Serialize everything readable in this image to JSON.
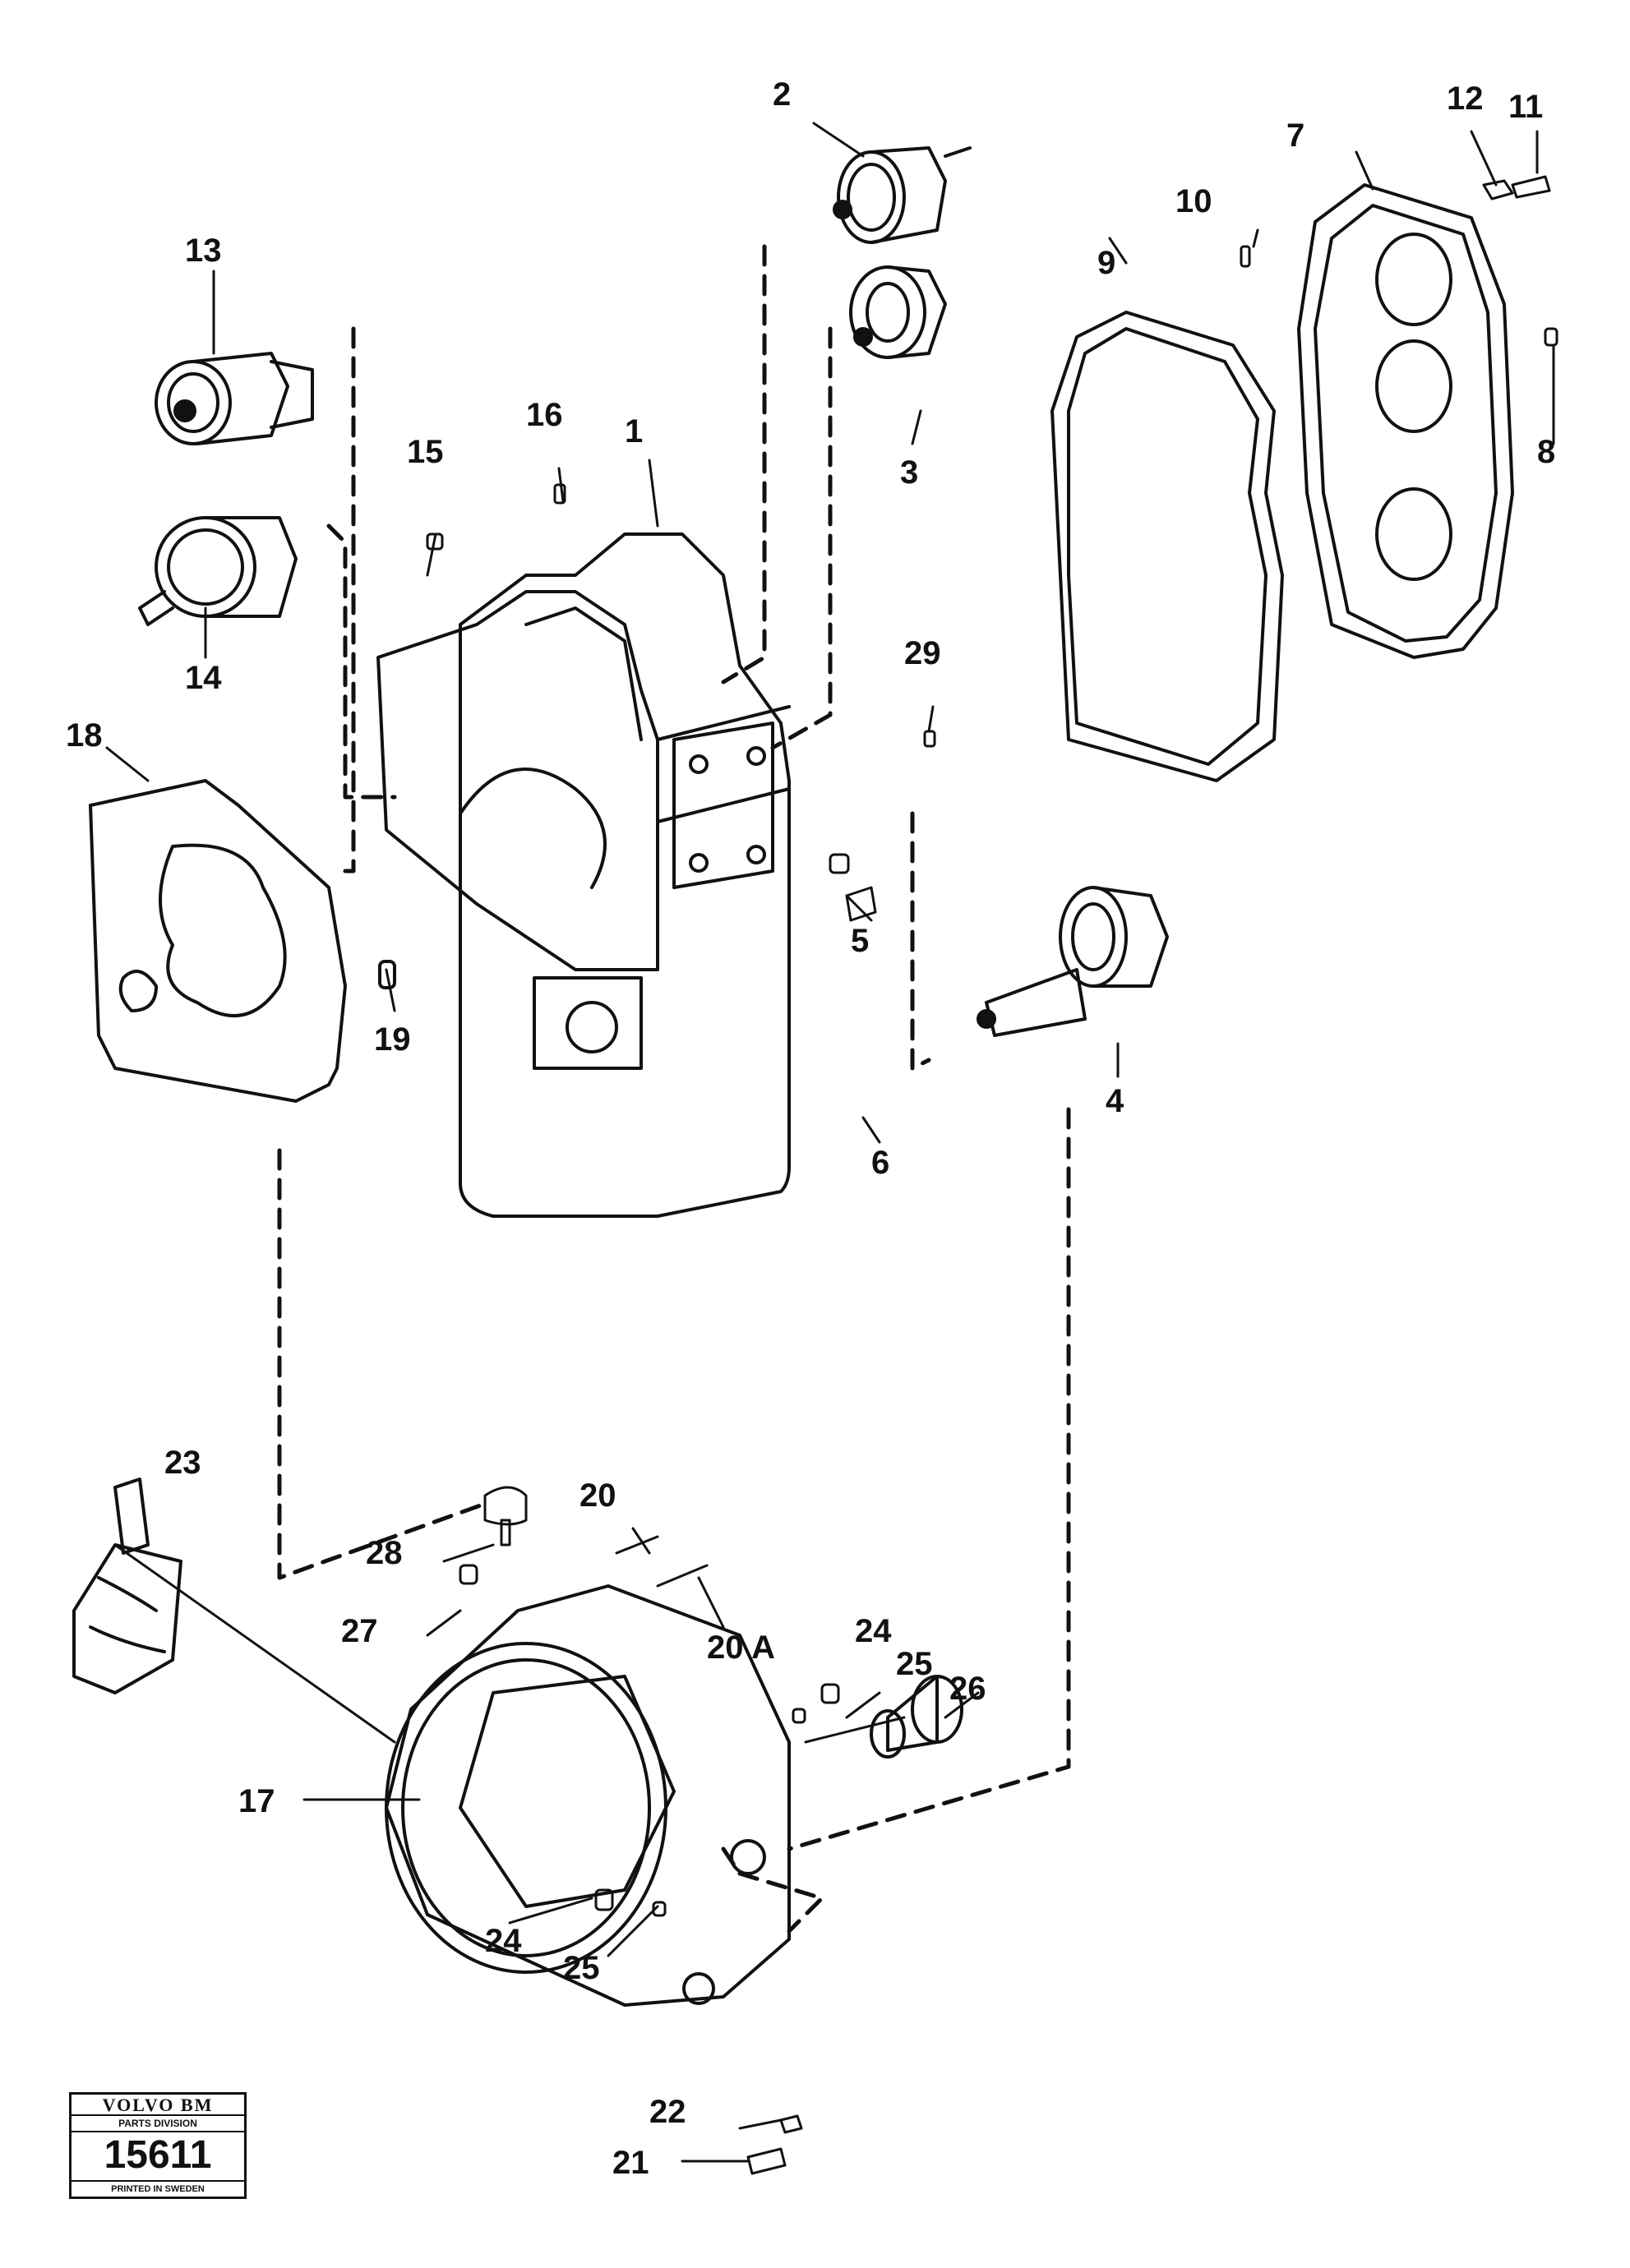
{
  "callouts": {
    "c1": "1",
    "c2": "2",
    "c3": "3",
    "c4": "4",
    "c5": "5",
    "c6": "6",
    "c7": "7",
    "c8": "8",
    "c9": "9",
    "c10": "10",
    "c11": "11",
    "c12": "12",
    "c13": "13",
    "c14": "14",
    "c15": "15",
    "c16": "16",
    "c17": "17",
    "c18": "18",
    "c19": "19",
    "c20": "20",
    "c20a": "20 A",
    "c21": "21",
    "c22": "22",
    "c23": "23",
    "c24a": "24",
    "c24b": "24",
    "c25a": "25",
    "c25b": "25",
    "c26": "26",
    "c27": "27",
    "c28": "28",
    "c29": "29"
  },
  "stamp": {
    "brand": "VOLVO BM",
    "division": "PARTS DIVISION",
    "number": "15611",
    "printed": "PRINTED IN SWEDEN"
  }
}
